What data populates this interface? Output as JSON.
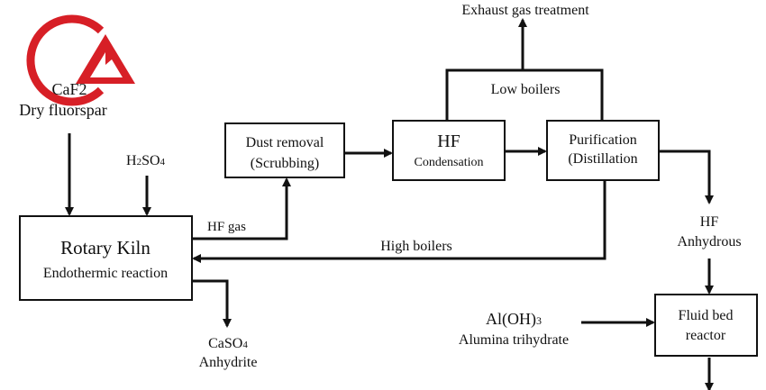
{
  "logo": {
    "color": "#d71f26"
  },
  "inputs": {
    "caf2": {
      "line1": "CaF2",
      "line2": "Dry fluorspar"
    },
    "h2so4": {
      "main": "H",
      "sub1": "2",
      "mid": "SO",
      "sub2": "4"
    },
    "aloh3": {
      "main": "Al(OH)",
      "sub": "3",
      "line2": "Alumina trihydrate"
    }
  },
  "boxes": {
    "rotary_kiln": {
      "title": "Rotary Kiln",
      "subtitle": "Endothermic reaction"
    },
    "dust_removal": {
      "title": "Dust removal",
      "subtitle": "(Scrubbing)"
    },
    "hf_condensation": {
      "title": "HF",
      "subtitle": "Condensation"
    },
    "purification": {
      "title": "Purification",
      "subtitle": "(Distillation"
    },
    "fluid_bed": {
      "title": "Fluid bed",
      "subtitle": "reactor"
    }
  },
  "flows": {
    "hf_gas": "HF gas",
    "high_boilers": "High boilers",
    "low_boilers": "Low boilers",
    "exhaust": "Exhaust gas treatment",
    "hf_anhydrous": {
      "line1": "HF",
      "line2": "Anhydrous"
    },
    "caso4": {
      "main": "CaSO",
      "sub": "4",
      "line2": "Anhydrite"
    }
  }
}
